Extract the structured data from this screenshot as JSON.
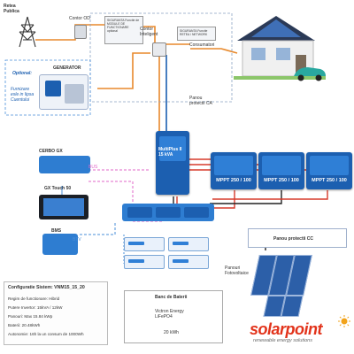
{
  "labels": {
    "grid": "Retea\nPublica",
    "meter": "Contor OD",
    "switch_a": "SIGURANTA Functie de\nMODULE DE FUNCTIONARE\noptional",
    "smart_meter": "Contor\nInteligent",
    "switch_b": "SIGURANTA Functie\nRETEA / NETWORK",
    "consumers": "Consumatori",
    "ac_panel": "Panou\nprotectii CA",
    "optional": "Optional:",
    "generator": "GENERATOR",
    "fuel": "Furnizare\nesle in lipsa\nCuentului",
    "cerbo": "CERBO GX",
    "bus": "BUS",
    "gx_touch": "GX Touch 50",
    "bms": "BMS",
    "btv": "BTV",
    "multiplus": "MultiPlus II\n15 kVA",
    "mppt_label": "MPPT 250 / 100",
    "dc_panel": "Panou protectii CC",
    "pv": "Panouri\nFotovoltaice",
    "battery_bank_title": "Banc de Baterii",
    "battery_bank_desc": "Victron Energy\nLiFePO4",
    "battery_bank_kwh": "20 kWh"
  },
  "config": {
    "title": "Configuratie Sistem: VNM15_15_20",
    "lines": [
      "Regim de functionare: Hibrid",
      "Putere Invertor: 15kVA / 12kW",
      "Panouri: Max 15.84 kWp",
      "Baterii: 20.48kWh",
      "Autonomie: 16h la un consum de 1000Wh"
    ]
  },
  "brand": {
    "name": "solarpoint",
    "tagline": "renewable energy solutions",
    "color": "#e2331b"
  },
  "colors": {
    "ac_wire": "#e8892c",
    "dc_red": "#d73a2a",
    "dc_black": "#222222",
    "bus": "#e067c9",
    "comm": "#4a8fd9",
    "accent_blue": "#1c5fb0"
  }
}
